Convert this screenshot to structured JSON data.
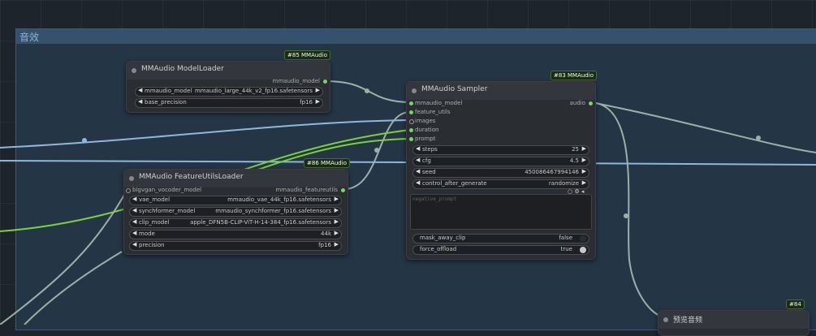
{
  "group": {
    "title": "音效"
  },
  "colors": {
    "group_bg": "#243545",
    "group_header": "#34526e",
    "wire_green": "#7bd13a",
    "wire_blue": "#8db8dc",
    "wire_gray": "#9bb0a8",
    "node_bg": "#2a2d32"
  },
  "loader": {
    "badge": "#85 MMAudio",
    "title": "MMAudio ModelLoader",
    "output": "mmaudio_model",
    "widgets": [
      {
        "label": "mmaudio_model",
        "value": "mmaudio_large_44k_v2_fp16.safetensors"
      },
      {
        "label": "base_precision",
        "value": "fp16"
      }
    ]
  },
  "sampler": {
    "badge": "#83 MMAudio",
    "title": "MMAudio Sampler",
    "inputs": [
      "mmaudio_model",
      "feature_utils",
      "images",
      "duration",
      "prompt"
    ],
    "output": "audio",
    "widgets": [
      {
        "label": "steps",
        "value": "25"
      },
      {
        "label": "cfg",
        "value": "4.5"
      },
      {
        "label": "seed",
        "value": "450086467994146"
      },
      {
        "label": "control_after_generate",
        "value": "randomize"
      }
    ],
    "negative_prompt_placeholder": "negative_prompt",
    "toggles": [
      {
        "label": "mask_away_clip",
        "value": "false"
      },
      {
        "label": "force_offload",
        "value": "true"
      }
    ]
  },
  "feature": {
    "badge": "#86 MMAudio",
    "title": "MMAudio FeatureUtilsLoader",
    "input": "bigvgan_vocoder_model",
    "output": "mmaudio_featureutils",
    "widgets": [
      {
        "label": "vae_model",
        "value": "mmaudio_vae_44k_fp16.safetensors"
      },
      {
        "label": "synchformer_model",
        "value": "mmaudio_synchformer_fp16.safetensors"
      },
      {
        "label": "clip_model",
        "value": "apple_DFN5B-CLIP-ViT-H-14-384_fp16.safetensors"
      },
      {
        "label": "mode",
        "value": "44k"
      },
      {
        "label": "precision",
        "value": "fp16"
      }
    ]
  },
  "preview": {
    "badge": "#84",
    "title": "预览音频"
  }
}
